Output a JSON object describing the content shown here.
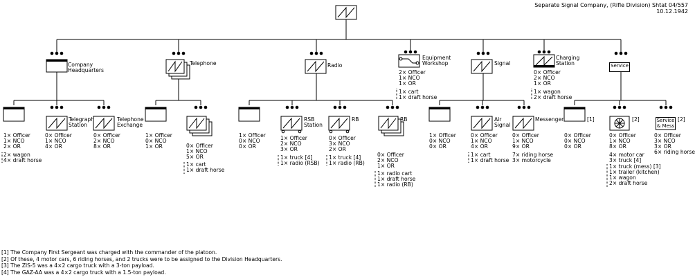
{
  "header": {
    "title": "Separate Signal Company, (Rifle Division) Shtat 04/557",
    "date": "10.12.1942"
  },
  "labels": {
    "hq": "Company\nHeadquarters",
    "telephone": "Telephone",
    "radio": "Radio",
    "workshop": "Equipment\nWorkshop",
    "signal": "Signal",
    "charging": "Charging\nStation",
    "service": "Service",
    "telegraph": "Telegraph\nStation",
    "tel_exchange": "Telephone\nExchange",
    "rsb": "RSB\nStation",
    "rb1": "RB",
    "rb2": "RB",
    "air_signal": "Air\nSignal",
    "messenger": "Messenger",
    "note1": "[1]",
    "note2": "[2]",
    "service_mess": "Service\n& Mess",
    "note2b": "[2]"
  },
  "strengths": {
    "workshop": "2× Officer\n1× NCO\n1× OR",
    "workshop_eq": "1× cart\n1× draft horse",
    "charging": "0× Officer\n2× NCO\n1× OR",
    "charging_eq": "1× wagon\n2× draft horse",
    "hq_cmd": "1× Officer\n1× NCO\n2× OR",
    "hq_cmd_eq": "2× wagon\n4× draft horse",
    "telegraph": "0× Officer\n1× NCO\n4× OR",
    "tel_exchange": "0× Officer\n2× NCO\n8× OR",
    "tel_cmd": "1× Officer\n0× NCO\n1× OR",
    "tel_plt": "0× Officer\n1× NCO\n5× OR",
    "tel_plt_eq": "1× cart\n1× draft horse",
    "radio_cmd": "1× Officer\n0× NCO\n0× OR",
    "rsb": "1× Officer\n2× NCO\n3× OR",
    "rsb_eq": "1× truck [4]\n1× radio (RSB)",
    "rb1": "0× Officer\n3× NCO\n2× OR",
    "rb1_eq": "1× truck [4]\n1× radio (RB)",
    "rb2": "0× Officer\n2× NCO\n1× OR",
    "rb2_eq": "1× radio cart\n1× draft horse\n1× radio (RB)",
    "sig_cmd": "1× Officer\n0× NCO\n0× OR",
    "air_signal": "0× Officer\n1× NCO\n4× OR",
    "air_signal_eq": "1× cart\n1× draft horse",
    "messenger": "0× Officer\n1× NCO\n9× OR",
    "messenger_eq": "7× riding horse\n3× motorcycle",
    "svc_cmd": "0× Officer\n0× NCO\n0× OR",
    "svc_med": "0× Officer\n1× NCO\n8× OR",
    "svc_med_eq": "4× motor car\n3× truck [4]",
    "svc_med_eq2": "1× truck (mess) [3]\n1× trailer (kitchen)\n1× wagon\n2× draft horse",
    "svc_mess": "0× Officer\n3× NCO\n3× OR\n6× riding horse"
  },
  "footnotes": [
    "[1] The Company First Sergeant was charged with the commander of the platoon.",
    "[2] Of these, 4 motor cars, 6 riding horses, and 2 trucks were to be assigned to the Division Headquarters.",
    "[3] The ZIS-5 was a 4×2 cargo truck with a 3-ton payload.",
    "[4] The GAZ-AA was a 4×2 cargo truck with a 1.5-ton payload."
  ]
}
